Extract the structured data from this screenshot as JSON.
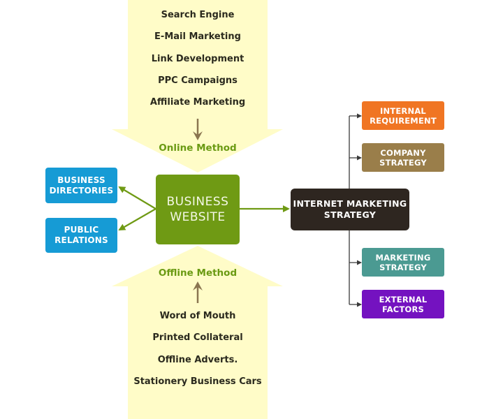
{
  "colors": {
    "arrow_fill": "#fffcc8",
    "small_arrow": "#8a7550",
    "green_connector": "#6f9a14",
    "dark_connector": "#3a3a3a",
    "method_text": "#6a9a12"
  },
  "online": {
    "items": [
      "Search Engine",
      "E-Mail Marketing",
      "Link Development",
      "PPC Campaigns",
      "Affiliate Marketing"
    ],
    "label": "Online Method"
  },
  "offline": {
    "label": "Offline Method",
    "items": [
      "Word of Mouth",
      "Printed Collateral",
      "Offline Adverts.",
      "Stationery Business Cars"
    ]
  },
  "left_boxes": {
    "business_directories": [
      "BUSINESS",
      "DIRECTORIES"
    ],
    "public_relations": [
      "PUBLIC",
      "RELATIONS"
    ]
  },
  "center": {
    "business_website": [
      "BUSINESS",
      "WEBSITE"
    ],
    "internet_marketing_strategy": [
      "INTERNET MARKETING",
      "STRATEGY"
    ]
  },
  "right_boxes": {
    "internal_requirement": [
      "INTERNAL",
      "REQUIREMENT"
    ],
    "company_strategy": [
      "COMPANY",
      "STRATEGY"
    ],
    "marketing_strategy": [
      "MARKETING",
      "STRATEGY"
    ],
    "external_factors": [
      "EXTERNAL",
      "FACTORS"
    ]
  }
}
